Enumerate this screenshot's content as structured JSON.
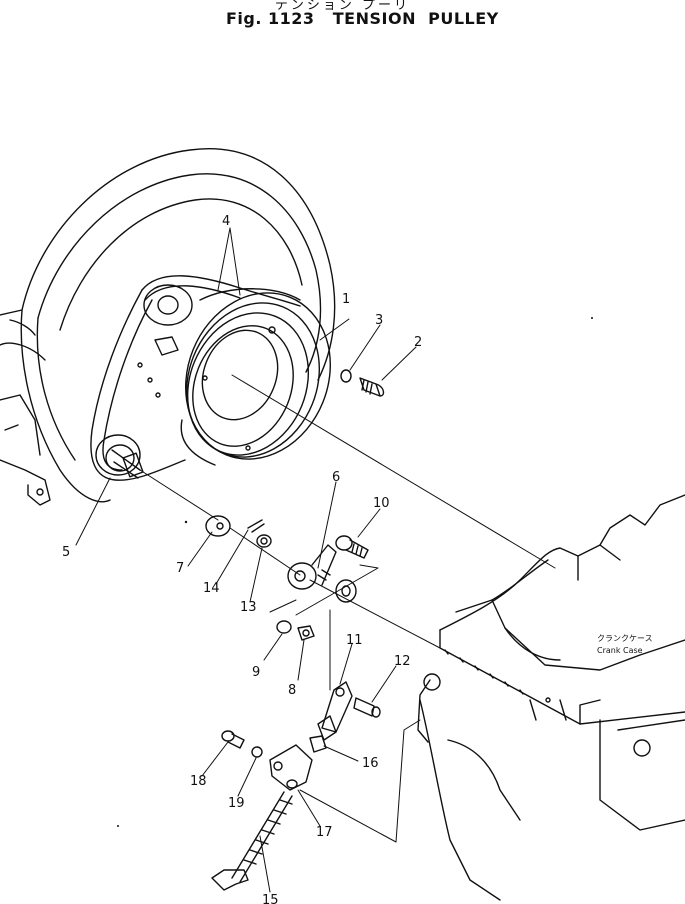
{
  "header": {
    "jp_title": "テンション プーリ",
    "fig_title": "Fig. 1123   TENSION  PULLEY"
  },
  "crank_case": {
    "label_jp": "クランクケース",
    "label_en": "Crank Case"
  },
  "callouts": {
    "p1": "1",
    "p2": "2",
    "p3": "3",
    "p4": "4",
    "p5": "5",
    "p6": "6",
    "p7": "7",
    "p8": "8",
    "p9": "9",
    "p10": "10",
    "p11": "11",
    "p12": "12",
    "p13": "13",
    "p14": "14",
    "p15": "15",
    "p16": "16",
    "p17": "17",
    "p18": "18",
    "p19": "19"
  }
}
